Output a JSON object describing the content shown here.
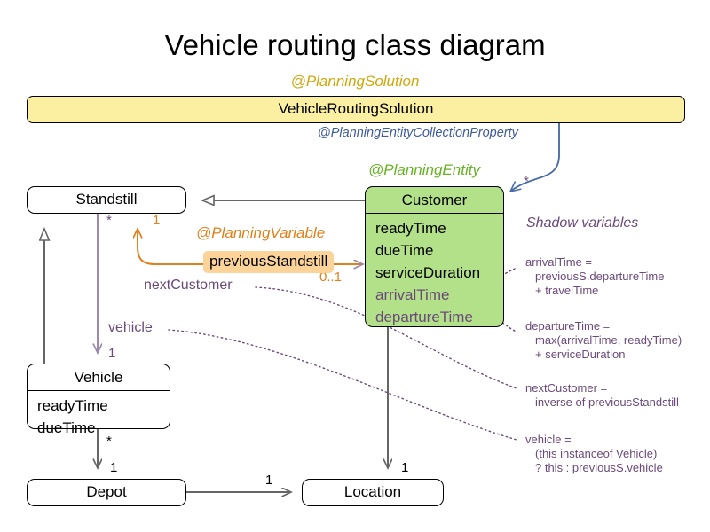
{
  "title": "Vehicle routing class diagram",
  "colors": {
    "solution_fill": "#fbefa1",
    "entity_fill": "#b2e189",
    "planning_variable_fill": "#fcd49a",
    "annotation_solution": "#cfa70d",
    "annotation_entity": "#66b322",
    "annotation_collection": "#3d5a9b",
    "annotation_variable": "#e0801a",
    "shadow_text": "#6b4a7a",
    "line_gray": "#666666"
  },
  "annotations": {
    "planning_solution": "@PlanningSolution",
    "planning_entity_collection_property": "@PlanningEntityCollectionProperty",
    "planning_entity": "@PlanningEntity",
    "planning_variable": "@PlanningVariable",
    "shadow_variables_title": "Shadow variables"
  },
  "classes": {
    "solution": {
      "name": "VehicleRoutingSolution",
      "fields": []
    },
    "standstill": {
      "name": "Standstill",
      "fields": []
    },
    "customer": {
      "name": "Customer",
      "fields": [
        {
          "name": "readyTime",
          "shadow": false
        },
        {
          "name": "dueTime",
          "shadow": false
        },
        {
          "name": "serviceDuration",
          "shadow": false
        },
        {
          "name": "arrivalTime",
          "shadow": true
        },
        {
          "name": "departureTime",
          "shadow": true
        }
      ]
    },
    "vehicle": {
      "name": "Vehicle",
      "fields": [
        {
          "name": "readyTime",
          "shadow": false
        },
        {
          "name": "dueTime",
          "shadow": false
        }
      ]
    },
    "depot": {
      "name": "Depot",
      "fields": []
    },
    "location": {
      "name": "Location",
      "fields": []
    }
  },
  "edge_labels": {
    "previous_standstill": "previousStandstill",
    "next_customer": "nextCustomer",
    "vehicle": "vehicle",
    "mult_solution_customer": "*",
    "mult_standstill_star": "*",
    "mult_next_customer_one": "1",
    "mult_previous_standstill": "0..1",
    "mult_vehicle_one": "1",
    "mult_vehicle_star": "*",
    "mult_depot_one": "1",
    "mult_depot_location_one": "1",
    "mult_customer_location_one": "1"
  },
  "notes": [
    {
      "id": "arrival-time-note",
      "lines": [
        "arrivalTime =",
        "previousS.departureTime",
        "+ travelTime"
      ]
    },
    {
      "id": "departure-time-note",
      "lines": [
        "departureTime =",
        "max(arrivalTime, readyTime)",
        "+ serviceDuration"
      ]
    },
    {
      "id": "next-customer-note",
      "lines": [
        "nextCustomer =",
        "inverse of previousStandstill"
      ]
    },
    {
      "id": "vehicle-note",
      "lines": [
        "vehicle =",
        "(this instanceof Vehicle)",
        "? this : previousS.vehicle"
      ]
    }
  ]
}
